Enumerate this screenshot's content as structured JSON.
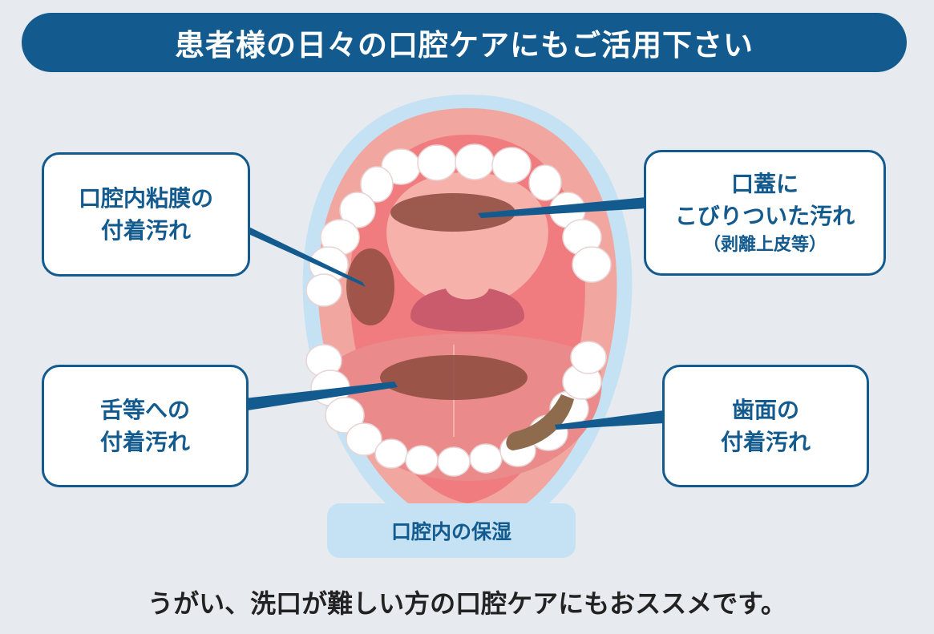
{
  "title": "患者様の日々の口腔ケアにもご活用下さい",
  "callouts": {
    "mucosa": {
      "lines": [
        "口腔内粘膜の",
        "付着汚れ"
      ]
    },
    "palate": {
      "lines": [
        "口蓋に",
        "こびりついた汚れ"
      ],
      "sub": "（剥離上皮等）"
    },
    "tongue": {
      "lines": [
        "舌等への",
        "付着汚れ"
      ]
    },
    "teeth": {
      "lines": [
        "歯面の",
        "付着汚れ"
      ]
    }
  },
  "badge": "口腔内の保湿",
  "footer": "うがい、洗口が難しい方の口腔ケアにもおススメです。",
  "colors": {
    "navy": "#135b8f",
    "background": "#e7eaee",
    "halo": "#c4e2f3",
    "lip": "#f2a6a0",
    "throat": "#c95b6c",
    "dirt": "#8c4a3c",
    "plaque": "#8d6b4c"
  }
}
